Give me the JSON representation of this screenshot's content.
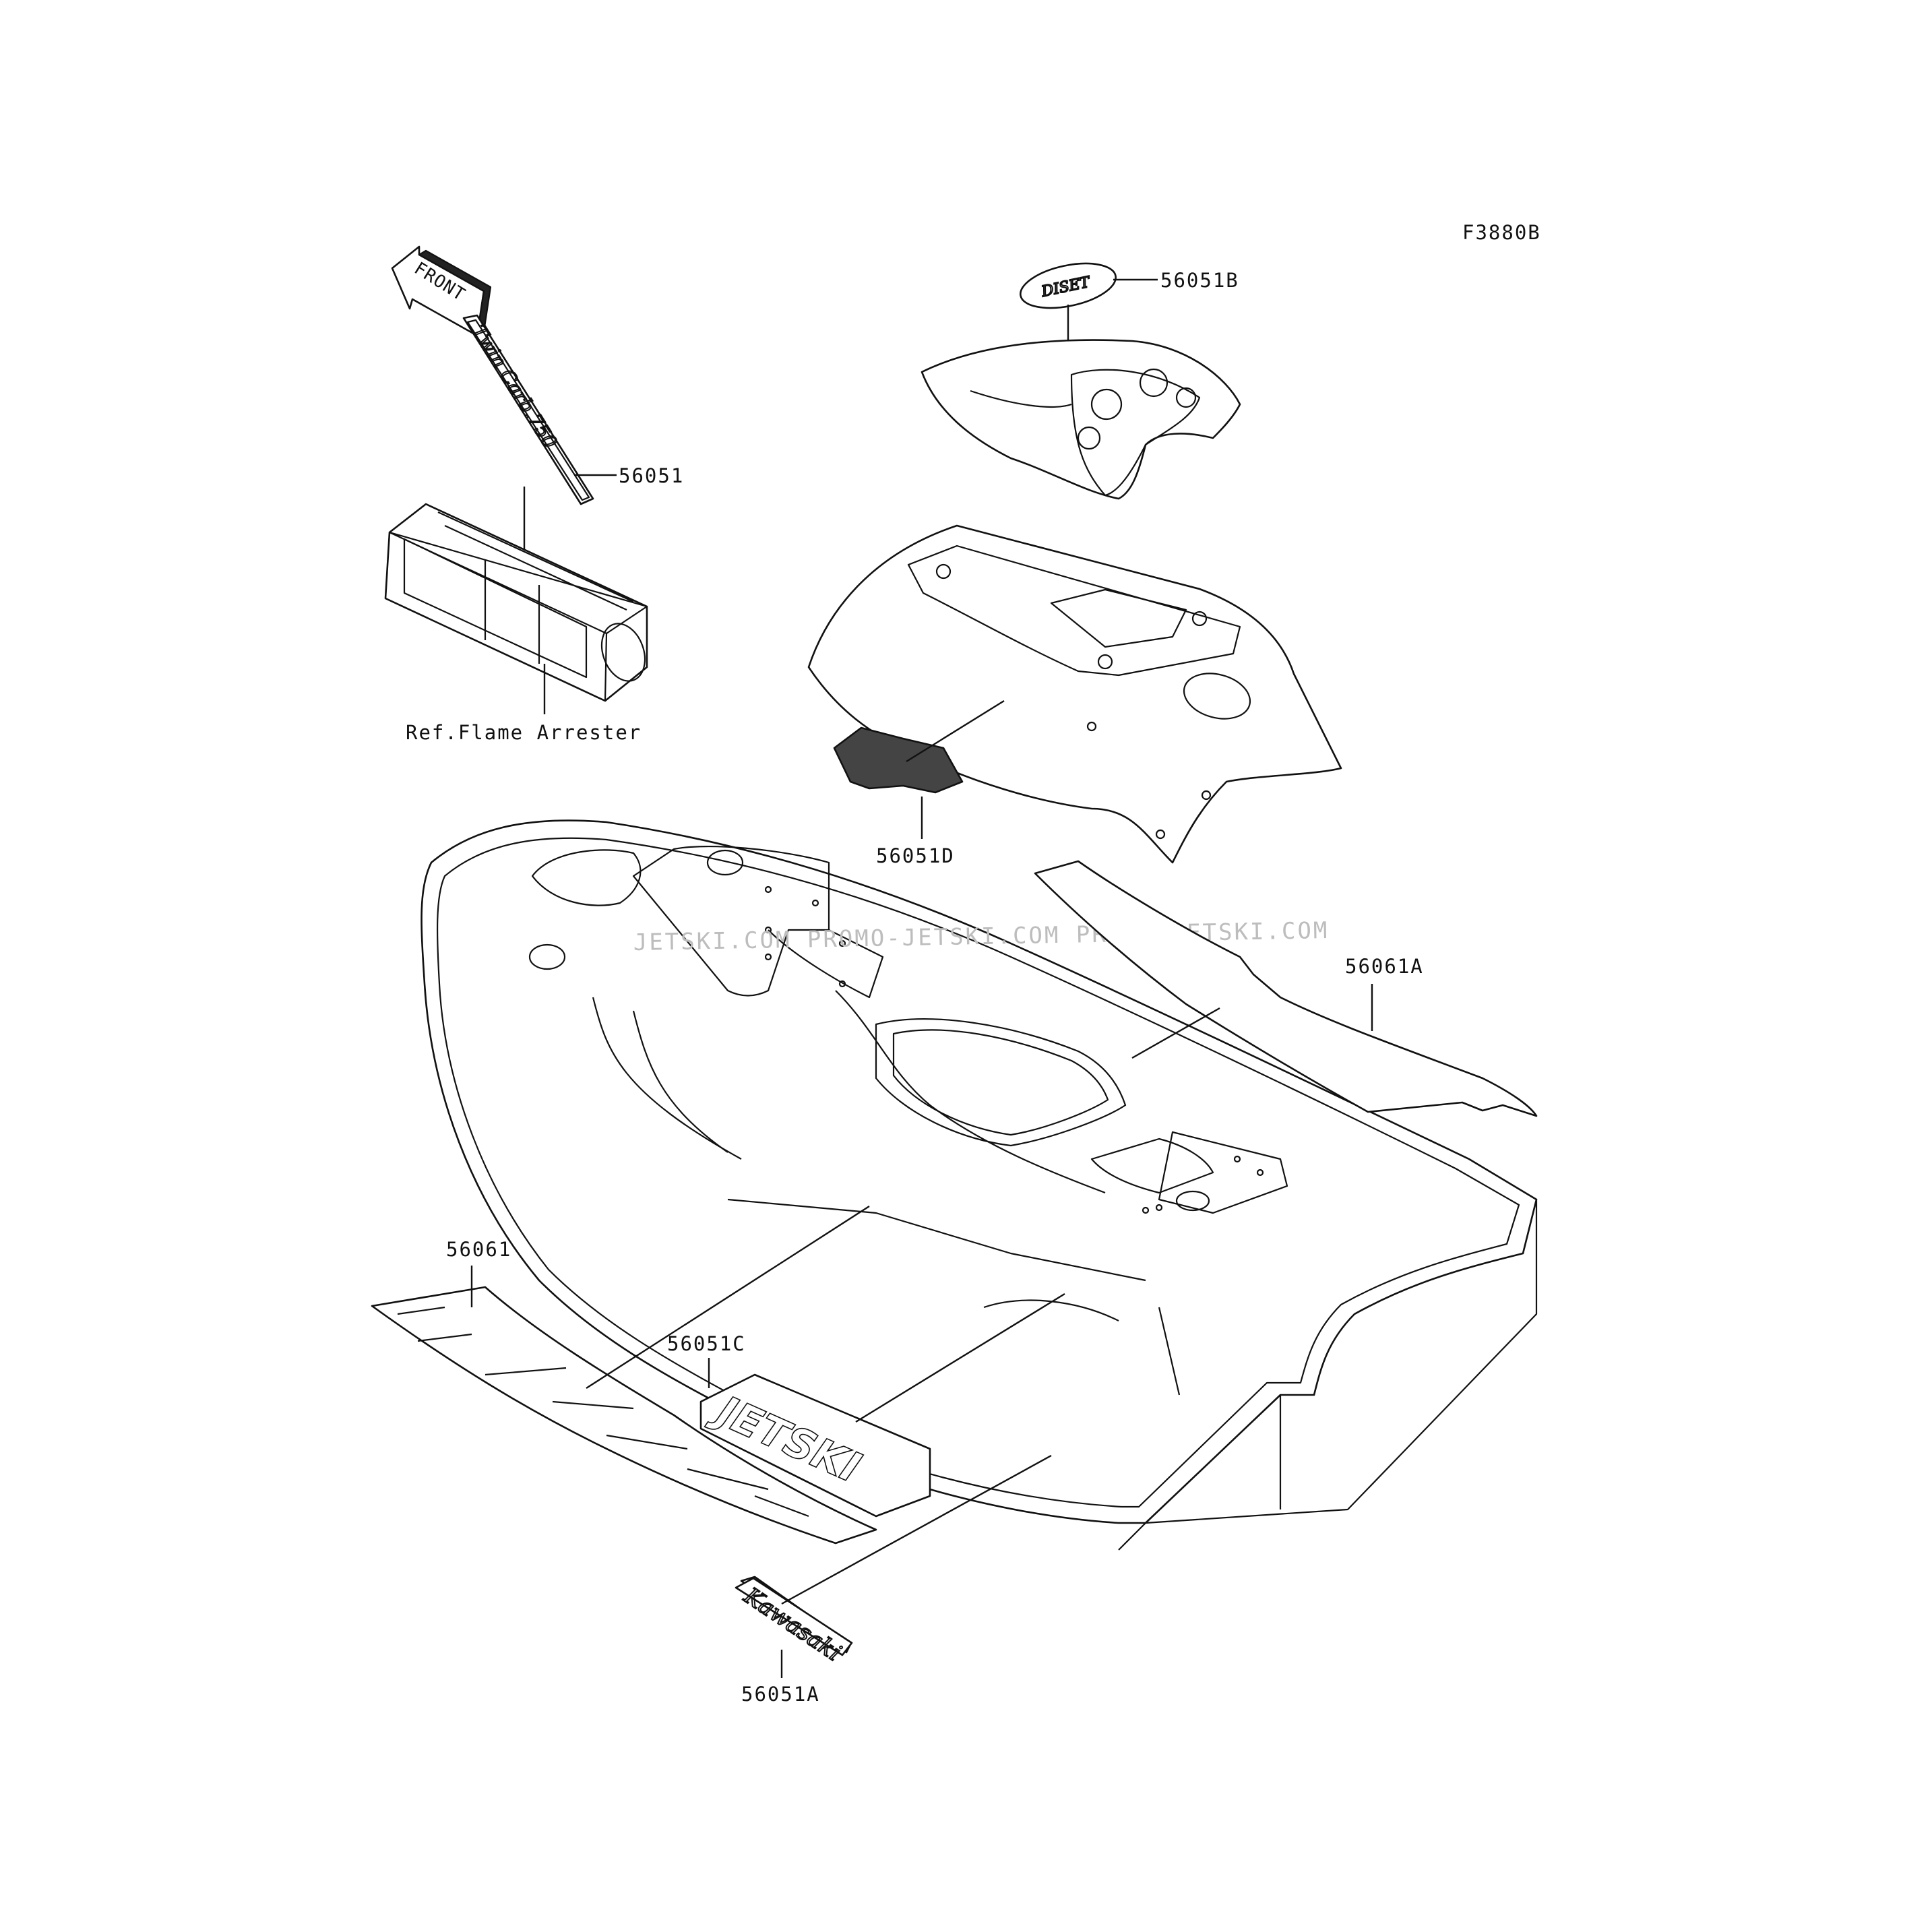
{
  "figure_code": "F3880B",
  "front_arrow": {
    "label": "FRONT"
  },
  "watermark": "JETSKI.COM   PROMO-JETSKI.COM   PROMO-JETSKI.COM",
  "callouts": {
    "part_56051B": "56051B",
    "part_56051": "56051",
    "ref_flame_arrester": "Ref.Flame Arrester",
    "part_56051D": "56051D",
    "part_56061A": "56061A",
    "part_56061": "56061",
    "part_56051C": "56051C",
    "part_56051A": "56051A"
  },
  "decals": {
    "twin_carb": "Twin Carb.750",
    "jetski": "JETSKI",
    "kawasaki": "Kawasaki",
    "hood_badge": "DISET"
  }
}
